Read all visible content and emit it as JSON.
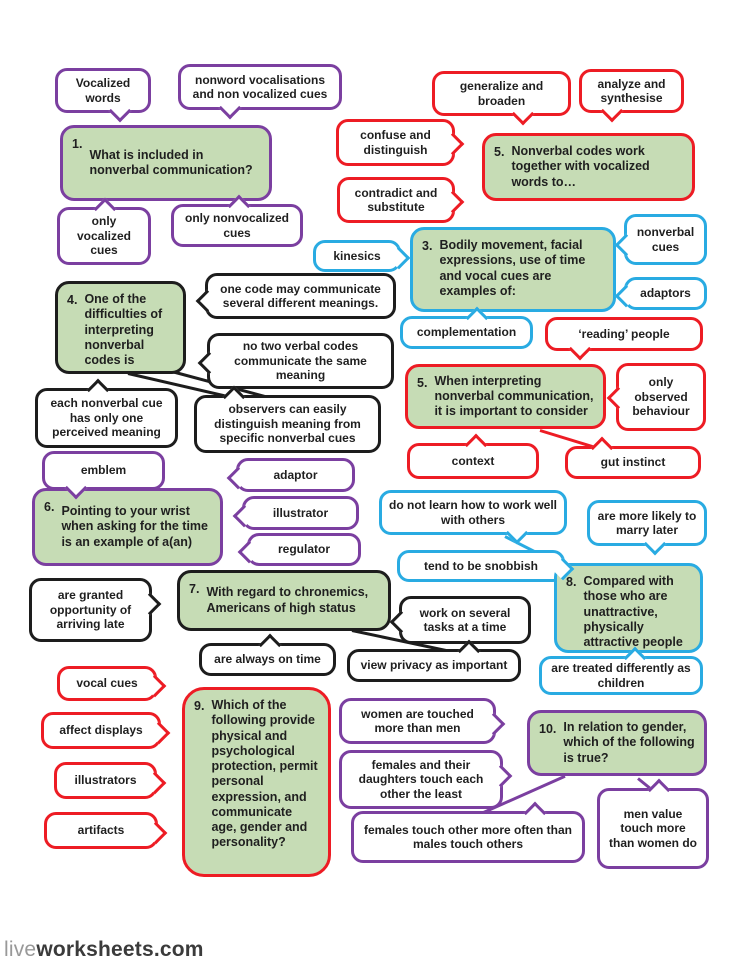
{
  "colors": {
    "purple": "#7b3fa0",
    "red": "#ed1c24",
    "blue": "#29abe2",
    "black": "#1d1d1d",
    "question_fill": "#c6dcb5",
    "bubble_fill": "#ffffff"
  },
  "footer": {
    "live": "live",
    "rest": "worksheets.com"
  },
  "groups": [
    {
      "theme": "purple",
      "question": {
        "num": "1.",
        "text": "What is included in nonverbal communication?"
      },
      "answers": [
        "Vocalized words",
        "nonword vocalisations and non vocalized cues",
        "only vocalized cues",
        "only nonvocalized cues"
      ]
    },
    {
      "theme": "red",
      "question": {
        "num": "5.",
        "text": "Nonverbal codes work together with vocalized words to…"
      },
      "answers": [
        "generalize and broaden",
        "analyze and synthesise",
        "confuse and distinguish",
        "contradict and substitute"
      ]
    },
    {
      "theme": "blue",
      "question": {
        "num": "3.",
        "text": "Bodily movement, facial expressions, use of time and vocal cues are examples of:"
      },
      "answers": [
        "kinesics",
        "nonverbal cues",
        "adaptors",
        "complementation"
      ]
    },
    {
      "theme": "black",
      "question": {
        "num": "4.",
        "text": "One of the difficulties of interpreting nonverbal codes is"
      },
      "answers": [
        "one code may communicate several different meanings.",
        "no two verbal codes communicate the same meaning",
        "each nonverbal cue has only one perceived meaning",
        "observers can easily distinguish meaning from specific nonverbal cues"
      ]
    },
    {
      "theme": "red",
      "question": {
        "num": "5.",
        "text": "When interpreting nonverbal communication, it is important to consider"
      },
      "answers": [
        "‘reading’ people",
        "only observed behaviour",
        "context",
        "gut instinct"
      ]
    },
    {
      "theme": "purple",
      "question": {
        "num": "6.",
        "text": "Pointing to your wrist when asking for the time is an example of a(an)"
      },
      "answers": [
        "emblem",
        "adaptor",
        "illustrator",
        "regulator"
      ]
    },
    {
      "theme": "black",
      "question": {
        "num": "7.",
        "text": "With regard to chronemics, Americans of high status"
      },
      "answers": [
        "are granted opportunity of arriving late",
        "work on several tasks at a time",
        "are always on time",
        "view privacy as important"
      ]
    },
    {
      "theme": "blue",
      "question": {
        "num": "8.",
        "text": "Compared with those who are unattractive, physically attractive people"
      },
      "answers": [
        "do not learn how to work well with others",
        "are more likely to marry later",
        "tend to be snobbish",
        "are treated differently as children"
      ]
    },
    {
      "theme": "red",
      "question": {
        "num": "9.",
        "text": "Which of the following provide physical and psychological protection, permit personal expression, and communicate age, gender and personality?"
      },
      "answers": [
        "vocal cues",
        "affect displays",
        "illustrators",
        "artifacts"
      ]
    },
    {
      "theme": "purple",
      "question": {
        "num": "10.",
        "text": "In relation to gender, which of the following is true?"
      },
      "answers": [
        "women are touched more than men",
        "females and their daughters touch each other the least",
        "females touch other more often than males touch others",
        "men value touch more than women do"
      ]
    }
  ]
}
